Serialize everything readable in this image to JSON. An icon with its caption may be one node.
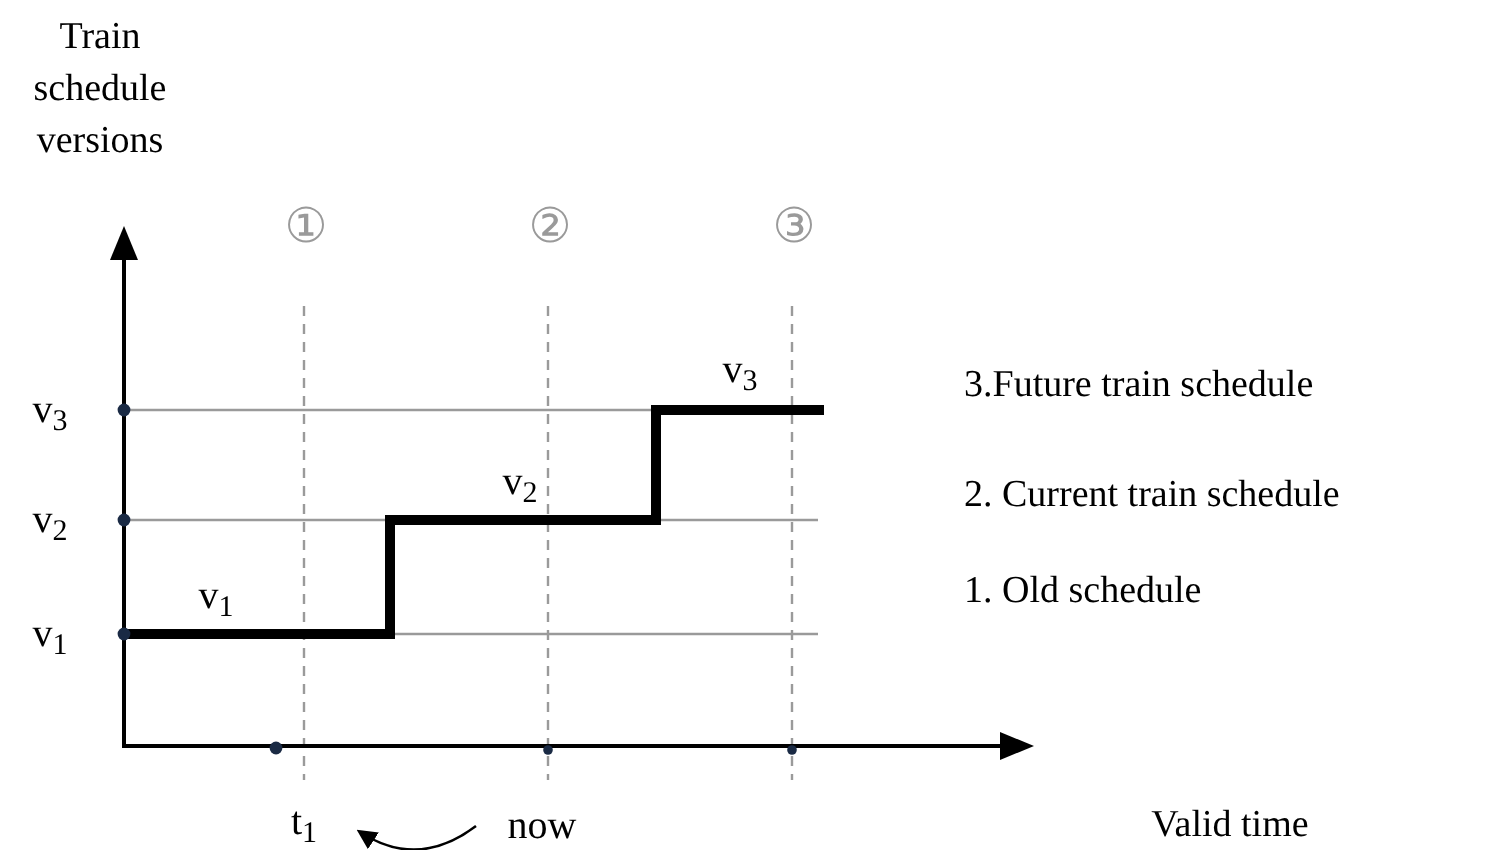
{
  "diagram": {
    "nodes": [
      {
        "text": [
          "t$_{1}$"
        ]
      },
      {
        "text": [
          "now"
        ]
      }
    ],
    "edges": [
      {
        "from": 1,
        "to": 0,
        "arrow": "to"
      }
    ],
    "labels": [
      "Train schedule versions",
      "①",
      "②",
      "③",
      "v$_{3}$",
      "v$_{3}$",
      "3.Future train schedule",
      "v$_{2}$",
      "v$_{2}$",
      "2. Current train schedule",
      "v$_{1}$",
      "v$_{1}$",
      "1. Old schedule",
      "Valid time"
    ]
  }
}
